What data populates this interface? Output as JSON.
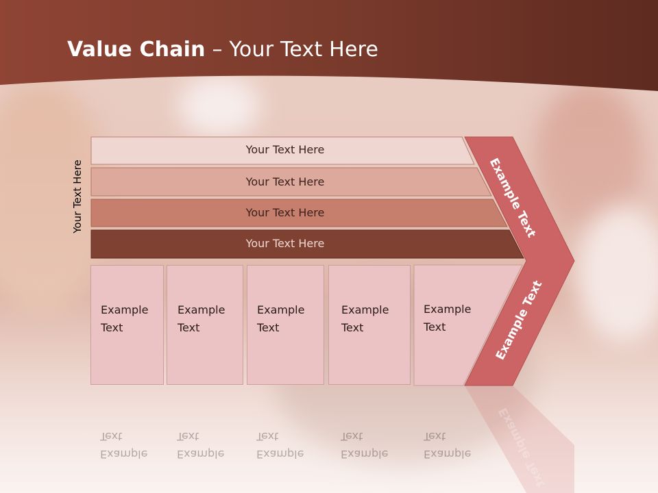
{
  "slide": {
    "title_bold": "Value Chain",
    "title_rest": " – Your Text Here",
    "side_label": "Your Text Here"
  },
  "rows": [
    {
      "label": "Your Text Here"
    },
    {
      "label": "Your Text Here"
    },
    {
      "label": "Your Text Here"
    },
    {
      "label": "Your Text Here"
    }
  ],
  "boxes": [
    {
      "label": "Example Text"
    },
    {
      "label": "Example Text"
    },
    {
      "label": "Example Text"
    },
    {
      "label": "Example Text"
    },
    {
      "label": "Example Text"
    }
  ],
  "chevron": {
    "upper_label": "Example Text",
    "lower_label": "Example Text"
  },
  "colors": {
    "header": "#7a3a2b",
    "row1": "#f0d6d0",
    "row2": "#dda99c",
    "row3": "#c67f6c",
    "row4": "#7f4132",
    "chevron": "#cc6466",
    "box": "#ebc3c4"
  }
}
